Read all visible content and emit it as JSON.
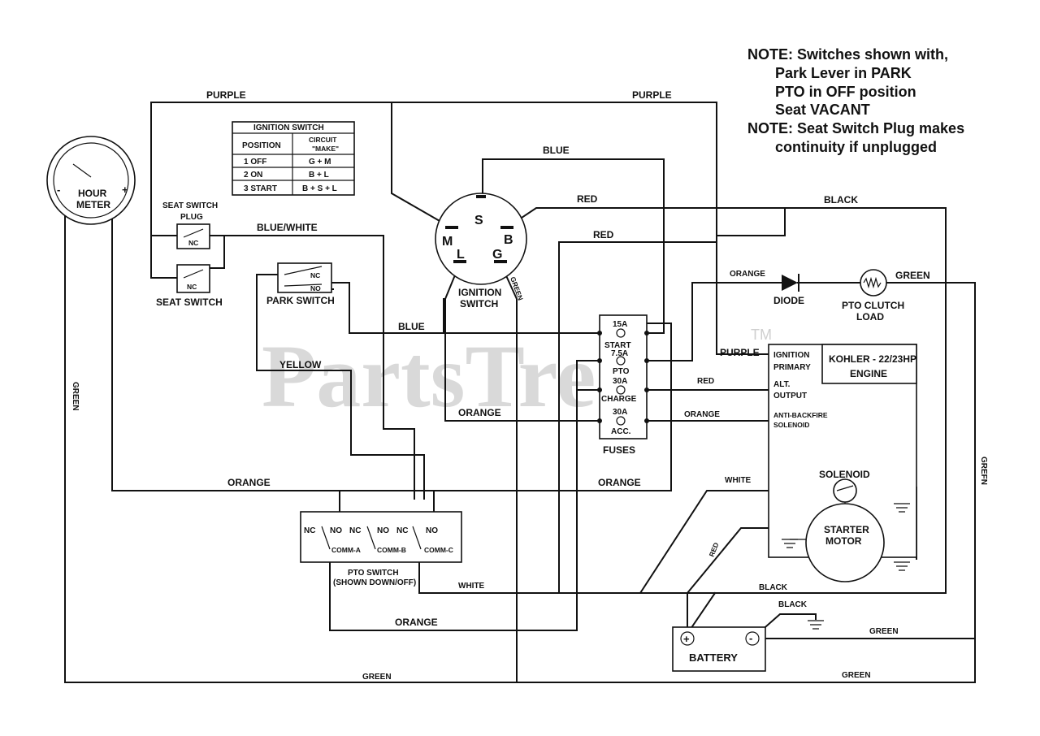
{
  "watermark": {
    "text": "PartsTree",
    "tm": "TM"
  },
  "notes": {
    "note1_line1": "NOTE: Switches shown with,",
    "note1_line2": "Park Lever in PARK",
    "note1_line3": "PTO in OFF position",
    "note1_line4": "Seat VACANT",
    "note2_line1": "NOTE: Seat Switch Plug makes",
    "note2_line2": "continuity if unplugged"
  },
  "ignition_table": {
    "title": "IGNITION SWITCH",
    "col_position": "POSITION",
    "col_circuit_1": "CIRCUIT",
    "col_circuit_2": "\"MAKE\"",
    "rows": [
      {
        "position": "1  OFF",
        "circuit": "G + M"
      },
      {
        "position": "2  ON",
        "circuit": "B + L"
      },
      {
        "position": "3  START",
        "circuit": "B + S + L"
      }
    ]
  },
  "wires": {
    "purple_top_left": "PURPLE",
    "purple_top_right": "PURPLE",
    "purple_engine": "PURPLE",
    "blue_top": "BLUE",
    "blue_mid": "BLUE",
    "red_s": "RED",
    "red_b": "RED",
    "red_charge": "RED",
    "black_top": "BLACK",
    "black_battery": "BLACK",
    "black_ground": "BLACK",
    "blue_white": "BLUE/WHITE",
    "orange_diode": "ORANGE",
    "orange_fuse": "ORANGE",
    "orange_acc": "ORANGE",
    "orange_left": "ORANGE",
    "orange_right": "ORANGE",
    "orange_bottom": "ORANGE",
    "green_diode": "GREEN",
    "green_ign": "GREEN",
    "green_left": "GREEN",
    "green_right": "GREFN",
    "green_battery": "GREEN",
    "green_bottom_left": "GREEN",
    "green_bottom_right": "GREEN",
    "yellow": "YELLOW",
    "white_solenoid": "WHITE",
    "white_pto": "WHITE",
    "red_battery": "RED"
  },
  "components": {
    "hour_meter_1": "HOUR",
    "hour_meter_2": "METER",
    "hour_meter_minus": "-",
    "hour_meter_plus": "+",
    "seat_switch_plug_1": "SEAT SWITCH",
    "seat_switch_plug_2": "PLUG",
    "seat_switch": "SEAT SWITCH",
    "park_switch": "PARK SWITCH",
    "nc": "NC",
    "no": "NO",
    "ignition_switch_1": "IGNITION",
    "ignition_switch_2": "SWITCH",
    "pin_s": "S",
    "pin_m": "M",
    "pin_b": "B",
    "pin_l": "L",
    "pin_g": "G",
    "diode": "DIODE",
    "pto_clutch_1": "PTO CLUTCH",
    "pto_clutch_2": "LOAD",
    "fuses": "FUSES",
    "fuse_15a": "15A",
    "fuse_start": "START",
    "fuse_75a": "7.5A",
    "fuse_pto": "PTO",
    "fuse_30a_1": "30A",
    "fuse_charge": "CHARGE",
    "fuse_30a_2": "30A",
    "fuse_acc": "ACC.",
    "engine_title_1": "KOHLER - 22/23HP",
    "engine_title_2": "ENGINE",
    "ignition_primary_1": "IGNITION",
    "ignition_primary_2": "PRIMARY",
    "alt_output_1": "ALT.",
    "alt_output_2": "OUTPUT",
    "anti_backfire_1": "ANTI-BACKFIRE",
    "anti_backfire_2": "SOLENOID",
    "solenoid": "SOLENOID",
    "starter_motor_1": "STARTER",
    "starter_motor_2": "MOTOR",
    "battery": "BATTERY",
    "battery_plus": "+",
    "battery_minus": "-",
    "pto_switch_1": "PTO SWITCH",
    "pto_switch_2": "(SHOWN DOWN/OFF)",
    "pto_terms": [
      "NC",
      "NO",
      "NC",
      "NO",
      "NC",
      "NO"
    ],
    "comm_a": "COMM-A",
    "comm_b": "COMM-B",
    "comm_c": "COMM-C"
  }
}
